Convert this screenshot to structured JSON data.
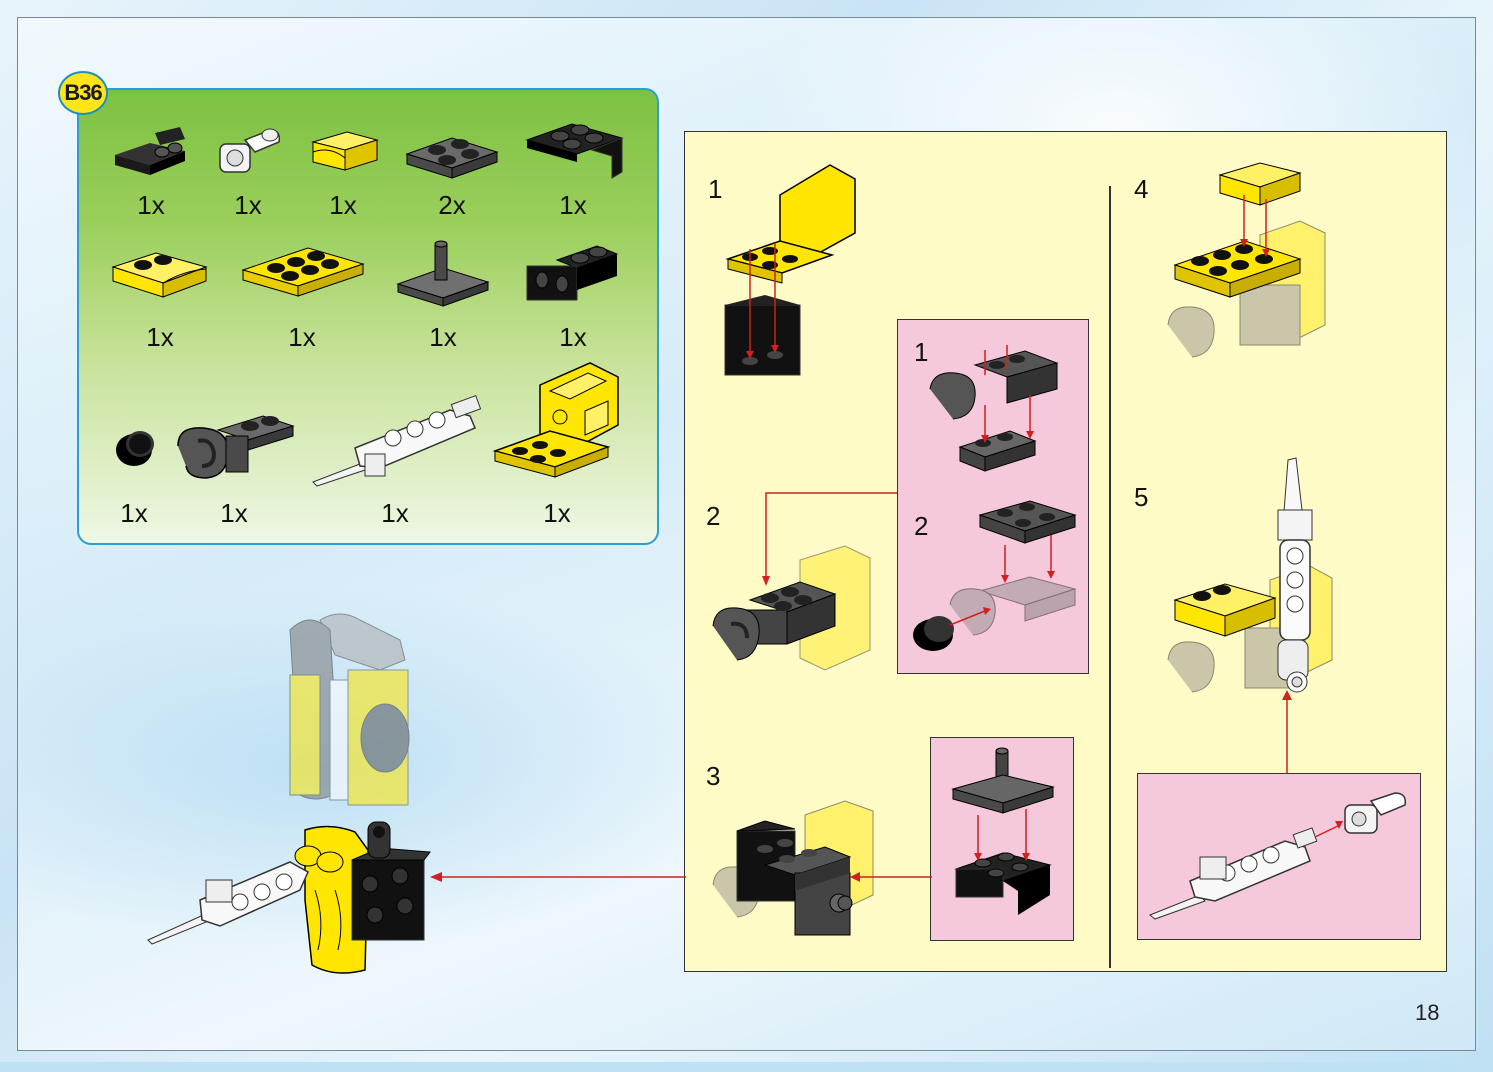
{
  "page": {
    "number": "18"
  },
  "parts_list": {
    "badge": "B36",
    "items": [
      {
        "part": "black-bracket-plate-icon",
        "qty": "1x"
      },
      {
        "part": "white-axle-pin-connector-icon",
        "qty": "1x"
      },
      {
        "part": "yellow-curved-slope-icon",
        "qty": "1x"
      },
      {
        "part": "dark-gray-plate-2x2-icon",
        "qty": "2x"
      },
      {
        "part": "black-bracket-2x2-icon",
        "qty": "1x"
      },
      {
        "part": "yellow-curved-plate-icon",
        "qty": "1x"
      },
      {
        "part": "yellow-plate-2x3-icon",
        "qty": "1x"
      },
      {
        "part": "dark-gray-plate-with-pin-icon",
        "qty": "1x"
      },
      {
        "part": "black-bracket-up-icon",
        "qty": "1x"
      },
      {
        "part": "black-round-tile-icon",
        "qty": "1x"
      },
      {
        "part": "dark-gray-clip-plate-icon",
        "qty": "1x"
      },
      {
        "part": "white-blade-beam-icon",
        "qty": "1x"
      },
      {
        "part": "yellow-seat-wedge-icon",
        "qty": "1x"
      }
    ]
  },
  "instructions": {
    "steps": [
      {
        "number": "1"
      },
      {
        "number": "2",
        "substeps": [
          {
            "number": "1"
          },
          {
            "number": "2"
          }
        ]
      },
      {
        "number": "3"
      },
      {
        "number": "4"
      },
      {
        "number": "5"
      }
    ]
  },
  "colors": {
    "arrow": "#d21f1f",
    "yellow_brick": "#ffe600",
    "dark_gray_brick": "#5a5a5a",
    "black_brick": "#1a1a1a",
    "instruction_bg": "#fffbc7",
    "subassembly_bg": "#f5c8dc",
    "parts_panel_green": "#7dc142"
  }
}
